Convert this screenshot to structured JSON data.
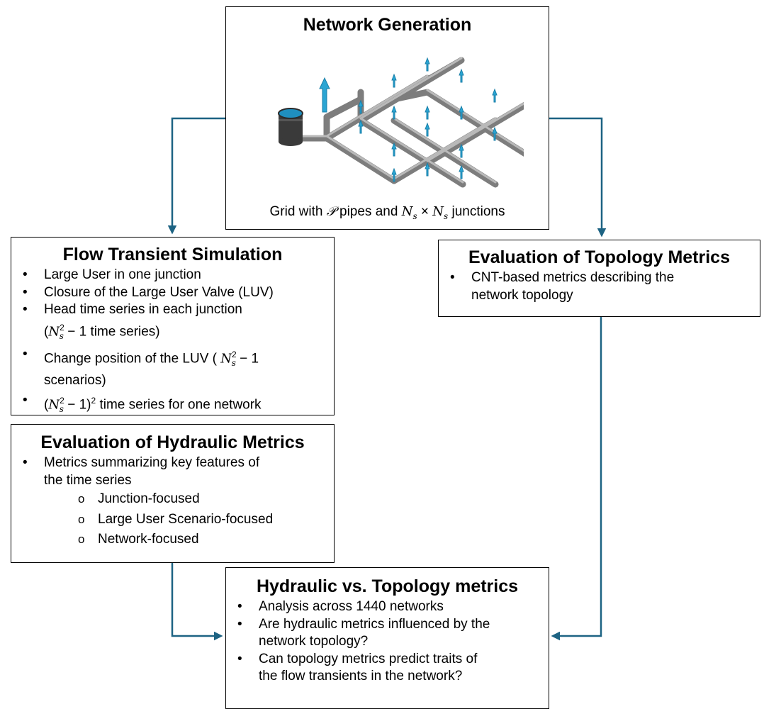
{
  "network_generation": {
    "title": "Network Generation",
    "caption_pre": "Grid with ",
    "caption_P": "𝒫",
    "caption_mid": " pipes and ",
    "caption_N": "N",
    "caption_sub": "s",
    "caption_times": " × ",
    "caption_post": " junctions"
  },
  "flow_transient": {
    "title": "Flow Transient Simulation",
    "items": [
      "Large User in one junction",
      "Closure of the Large User Valve (LUV)",
      "Head time series in each junction",
      "time series)",
      "Change position of the LUV (",
      "scenarios)",
      "time series for one network"
    ],
    "math_minus_1": " − 1",
    "math_open": "(",
    "math_close": ")",
    "sup_2": "2"
  },
  "hydraulic_metrics": {
    "title": "Evaluation of Hydraulic Metrics",
    "item_line1": "Metrics summarizing key features of",
    "item_line2": "the time series",
    "sub_items": [
      "Junction-focused",
      "Large User Scenario-focused",
      "Network-focused"
    ]
  },
  "topology_metrics": {
    "title": "Evaluation of Topology Metrics",
    "item_line1": "CNT-based metrics describing the",
    "item_line2": "network topology"
  },
  "comparison": {
    "title": "Hydraulic vs. Topology metrics",
    "item1": "Analysis across 1440 networks",
    "item2_line1": "Are hydraulic metrics influenced by the",
    "item2_line2": "network topology?",
    "item3_line1": "Can topology metrics predict traits of",
    "item3_line2": "the flow transients in the network?"
  },
  "colors": {
    "arrow": "#1d6383",
    "pipe": "#8a8a8a",
    "junction": "#2aa5d3",
    "tank": "#3a3a3a"
  }
}
